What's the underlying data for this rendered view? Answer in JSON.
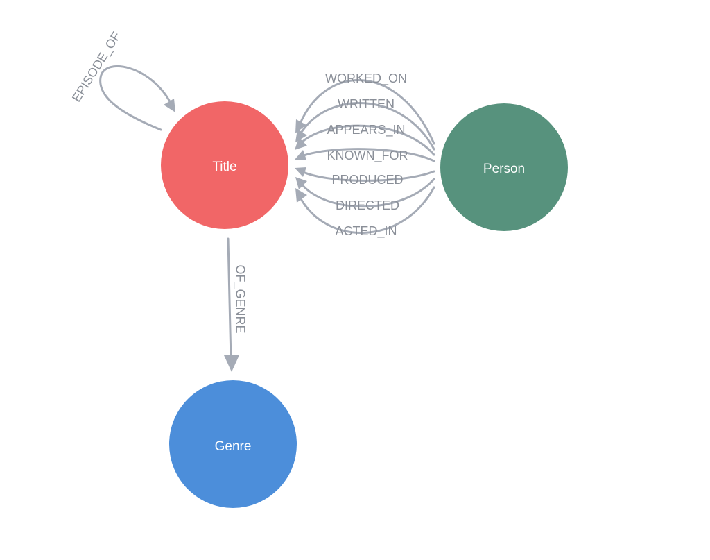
{
  "nodes": {
    "title": {
      "label": "Title",
      "color": "#f16667"
    },
    "person": {
      "label": "Person",
      "color": "#57927d"
    },
    "genre": {
      "label": "Genre",
      "color": "#4c8eda"
    }
  },
  "relationships": {
    "episode_of": "EPISODE_OF",
    "worked_on": "WORKED_ON",
    "written": "WRITTEN",
    "appears_in": "APPEARS_IN",
    "known_for": "KNOWN_FOR",
    "produced": "PRODUCED",
    "directed": "DIRECTED",
    "acted_in": "ACTED_IN",
    "of_genre": "OF_GENRE"
  },
  "colors": {
    "edge": "#a5abb6",
    "edge_label": "#8a8f98",
    "node_text": "#ffffff",
    "background": "#ffffff"
  }
}
